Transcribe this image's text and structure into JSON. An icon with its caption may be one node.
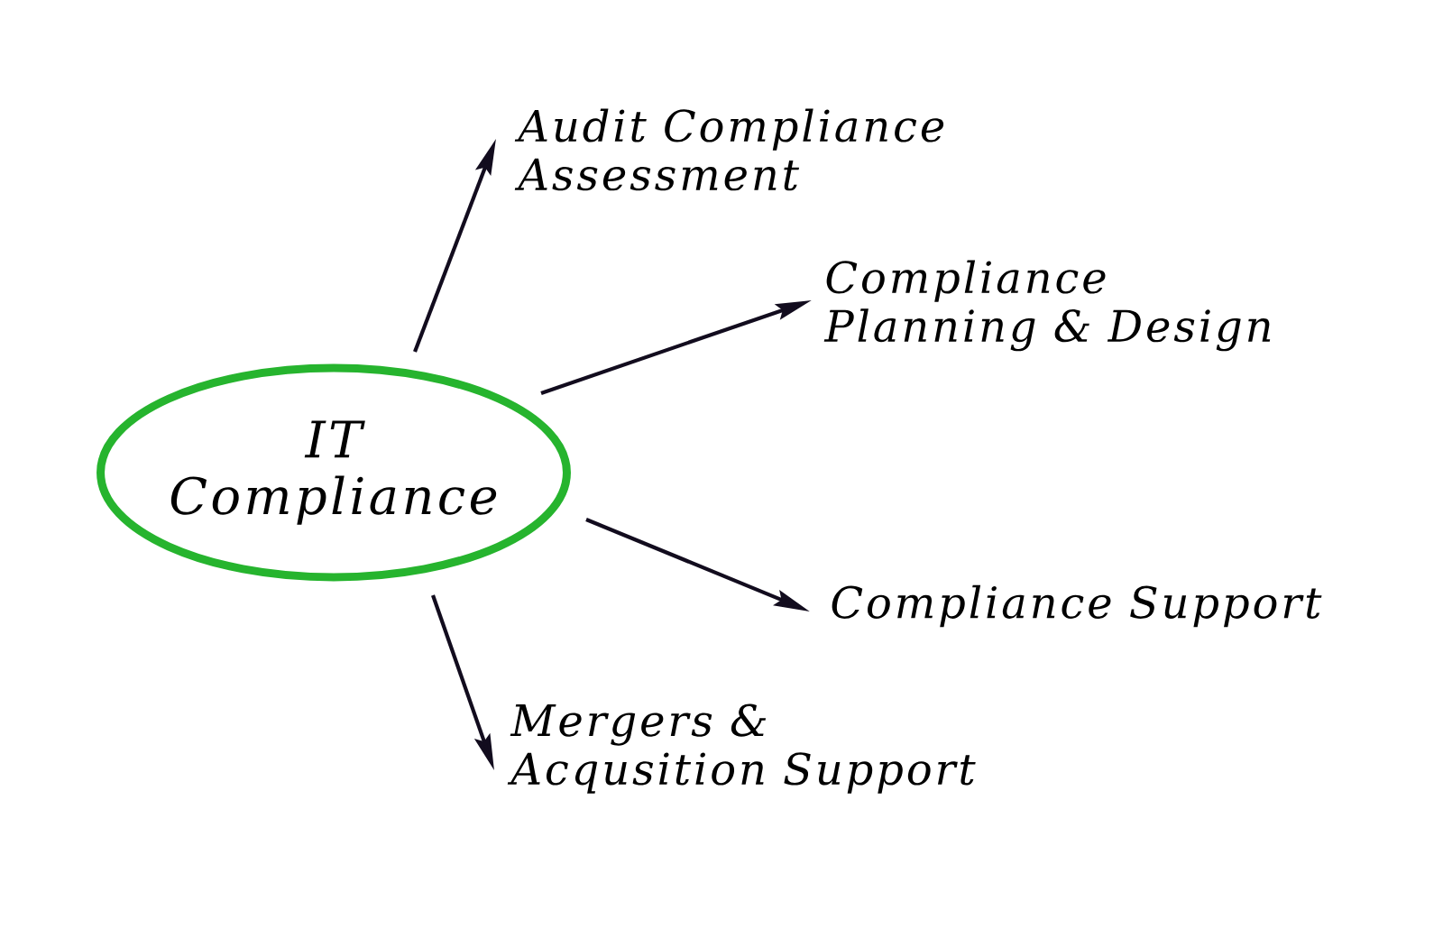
{
  "diagram": {
    "nodes": [
      {
        "text": [
          "IT Compliance"
        ]
      },
      {
        "text": [
          "Audit Compliance Assessment"
        ]
      },
      {
        "text": [
          "Compliance Planning & Design"
        ]
      },
      {
        "text": [
          "Compliance Support"
        ]
      },
      {
        "text": [
          "Mergers & Acqusition Support"
        ]
      }
    ],
    "edges": [
      {
        "from": 0,
        "to": 1,
        "arrow": "to"
      },
      {
        "from": 0,
        "to": 2,
        "arrow": "to"
      },
      {
        "from": 0,
        "to": 3,
        "arrow": "to"
      },
      {
        "from": 0,
        "to": 4,
        "arrow": "to"
      }
    ]
  }
}
